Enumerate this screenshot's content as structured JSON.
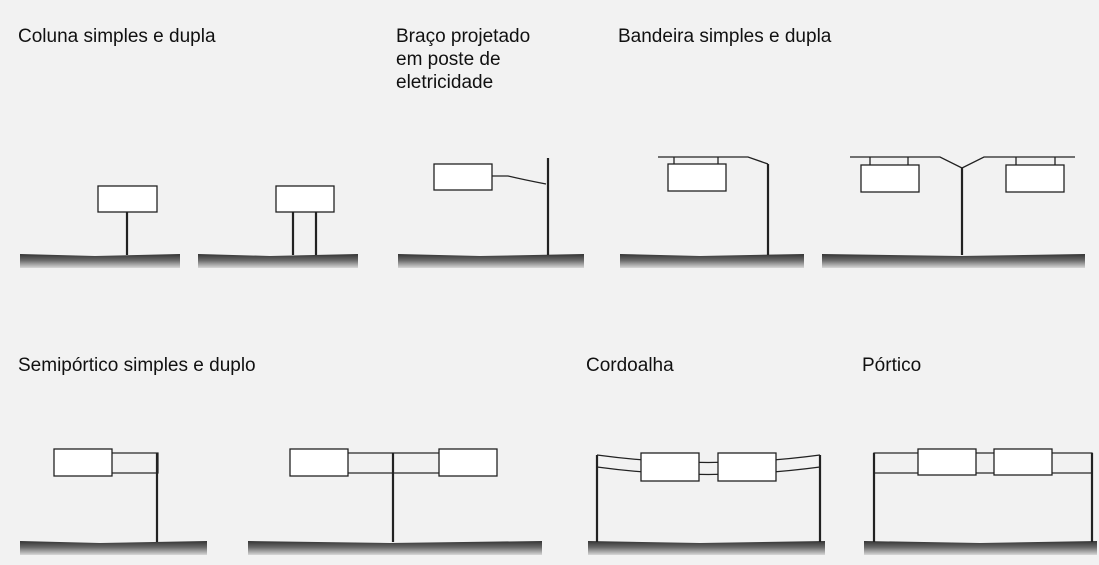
{
  "labels": {
    "coluna": "Coluna simples e dupla",
    "braco": "Braço projetado\nem poste de\neletricidade",
    "bandeira": "Bandeira simples e dupla",
    "semiportico": "Semipórtico simples e duplo",
    "cordoalha": "Cordoalha",
    "portico": "Pórtico"
  },
  "colors": {
    "background": "#f2f2f2",
    "line": "#222222",
    "board": "#ffffff",
    "ground_top": "#3a3a3a",
    "ground_bottom": "#d0d0d0"
  }
}
